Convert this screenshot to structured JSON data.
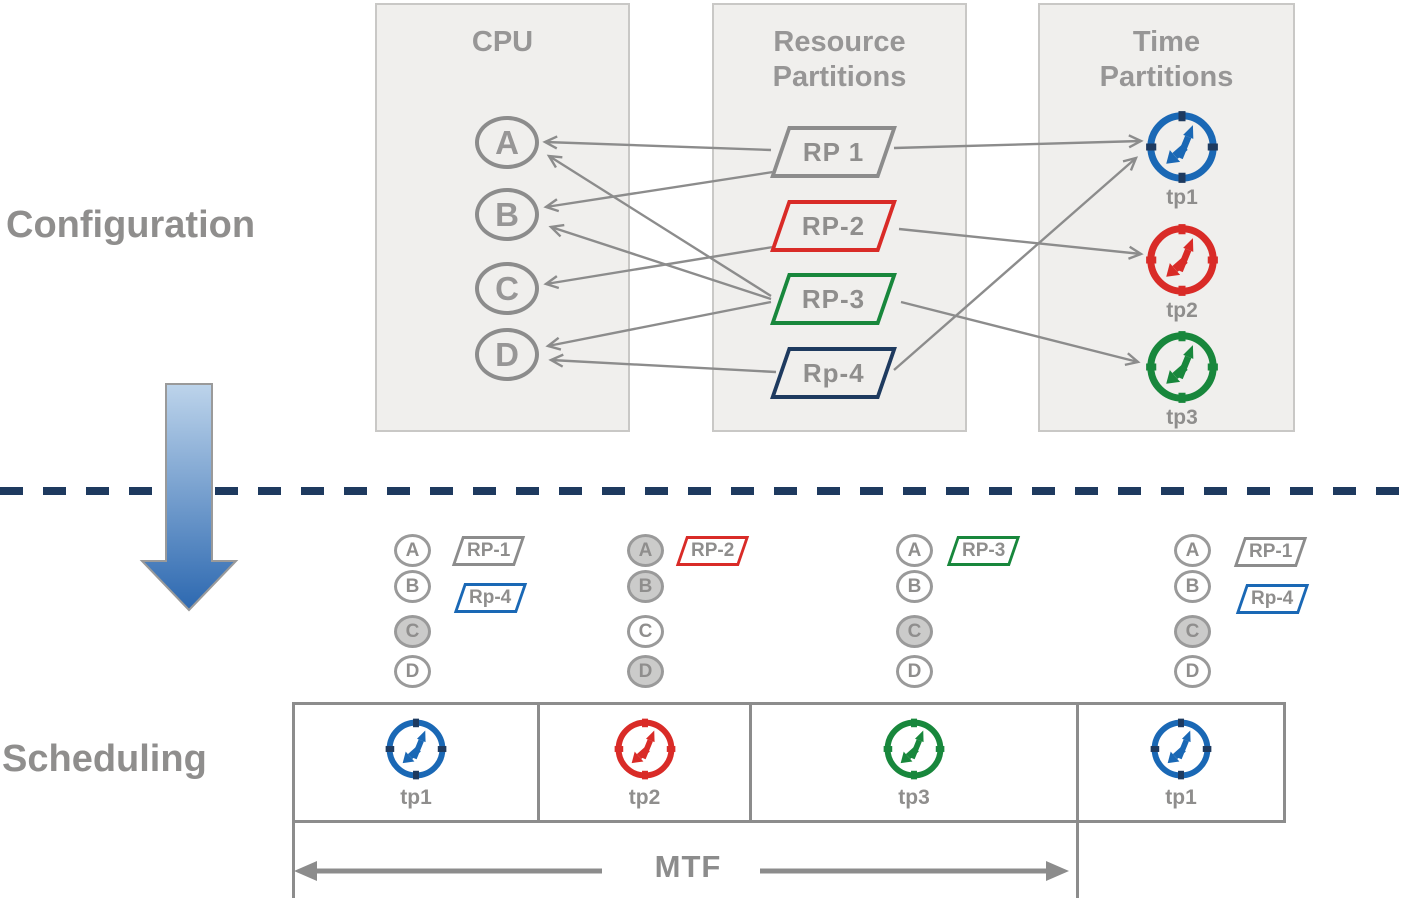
{
  "colors": {
    "gray": "#8c8c8c",
    "red": "#d92b27",
    "green": "#18873c",
    "navy": "#1e3a5f",
    "blue": "#1a68b5",
    "panel_fill": "#f0efed",
    "inactive_fill": "#cbcbca",
    "text_gray": "#8f8e8d"
  },
  "config_section": {
    "label": "Configuration",
    "cpu_panel": {
      "title": "CPU",
      "cpus": [
        {
          "label": "A"
        },
        {
          "label": "B"
        },
        {
          "label": "C"
        },
        {
          "label": "D"
        }
      ]
    },
    "rp_panel": {
      "title": "Resource Partitions",
      "partitions": [
        {
          "label": "RP 1",
          "color": "gray"
        },
        {
          "label": "RP-2",
          "color": "red"
        },
        {
          "label": "RP-3",
          "color": "green"
        },
        {
          "label": "Rp-4",
          "color": "navy"
        }
      ]
    },
    "tp_panel": {
      "title": "Time Partitions",
      "partitions": [
        {
          "label": "tp1",
          "color": "blue"
        },
        {
          "label": "tp2",
          "color": "red"
        },
        {
          "label": "tp3",
          "color": "green"
        }
      ]
    },
    "connections": {
      "rp_to_cpu": [
        [
          "RP 1",
          "A"
        ],
        [
          "RP 1",
          "B"
        ],
        [
          "RP-2",
          "C"
        ],
        [
          "RP-3",
          "A"
        ],
        [
          "RP-3",
          "B"
        ],
        [
          "RP-3",
          "D"
        ],
        [
          "Rp-4",
          "D"
        ]
      ],
      "rp_to_tp": [
        [
          "RP 1",
          "tp1"
        ],
        [
          "RP-2",
          "tp2"
        ],
        [
          "RP-3",
          "tp3"
        ],
        [
          "Rp-4",
          "tp1"
        ]
      ]
    }
  },
  "schedule_section": {
    "label": "Scheduling",
    "mtf_label": "MTF",
    "slots": [
      {
        "tp": "tp1",
        "color": "blue",
        "cpus": [
          {
            "label": "A",
            "dimmed": false
          },
          {
            "label": "B",
            "dimmed": false
          },
          {
            "label": "C",
            "dimmed": true
          },
          {
            "label": "D",
            "dimmed": false
          }
        ],
        "rps": [
          {
            "label": "RP-1",
            "color": "gray"
          },
          {
            "label": "Rp-4",
            "color": "blue"
          }
        ]
      },
      {
        "tp": "tp2",
        "color": "red",
        "cpus": [
          {
            "label": "A",
            "dimmed": true
          },
          {
            "label": "B",
            "dimmed": true
          },
          {
            "label": "C",
            "dimmed": false
          },
          {
            "label": "D",
            "dimmed": true
          }
        ],
        "rps": [
          {
            "label": "RP-2",
            "color": "red"
          }
        ]
      },
      {
        "tp": "tp3",
        "color": "green",
        "cpus": [
          {
            "label": "A",
            "dimmed": false
          },
          {
            "label": "B",
            "dimmed": false
          },
          {
            "label": "C",
            "dimmed": true
          },
          {
            "label": "D",
            "dimmed": false
          }
        ],
        "rps": [
          {
            "label": "RP-3",
            "color": "green"
          }
        ]
      },
      {
        "tp": "tp1",
        "color": "blue",
        "cpus": [
          {
            "label": "A",
            "dimmed": false
          },
          {
            "label": "B",
            "dimmed": false
          },
          {
            "label": "C",
            "dimmed": true
          },
          {
            "label": "D",
            "dimmed": false
          }
        ],
        "rps": [
          {
            "label": "RP-1",
            "color": "gray"
          },
          {
            "label": "Rp-4",
            "color": "blue"
          }
        ]
      }
    ]
  }
}
